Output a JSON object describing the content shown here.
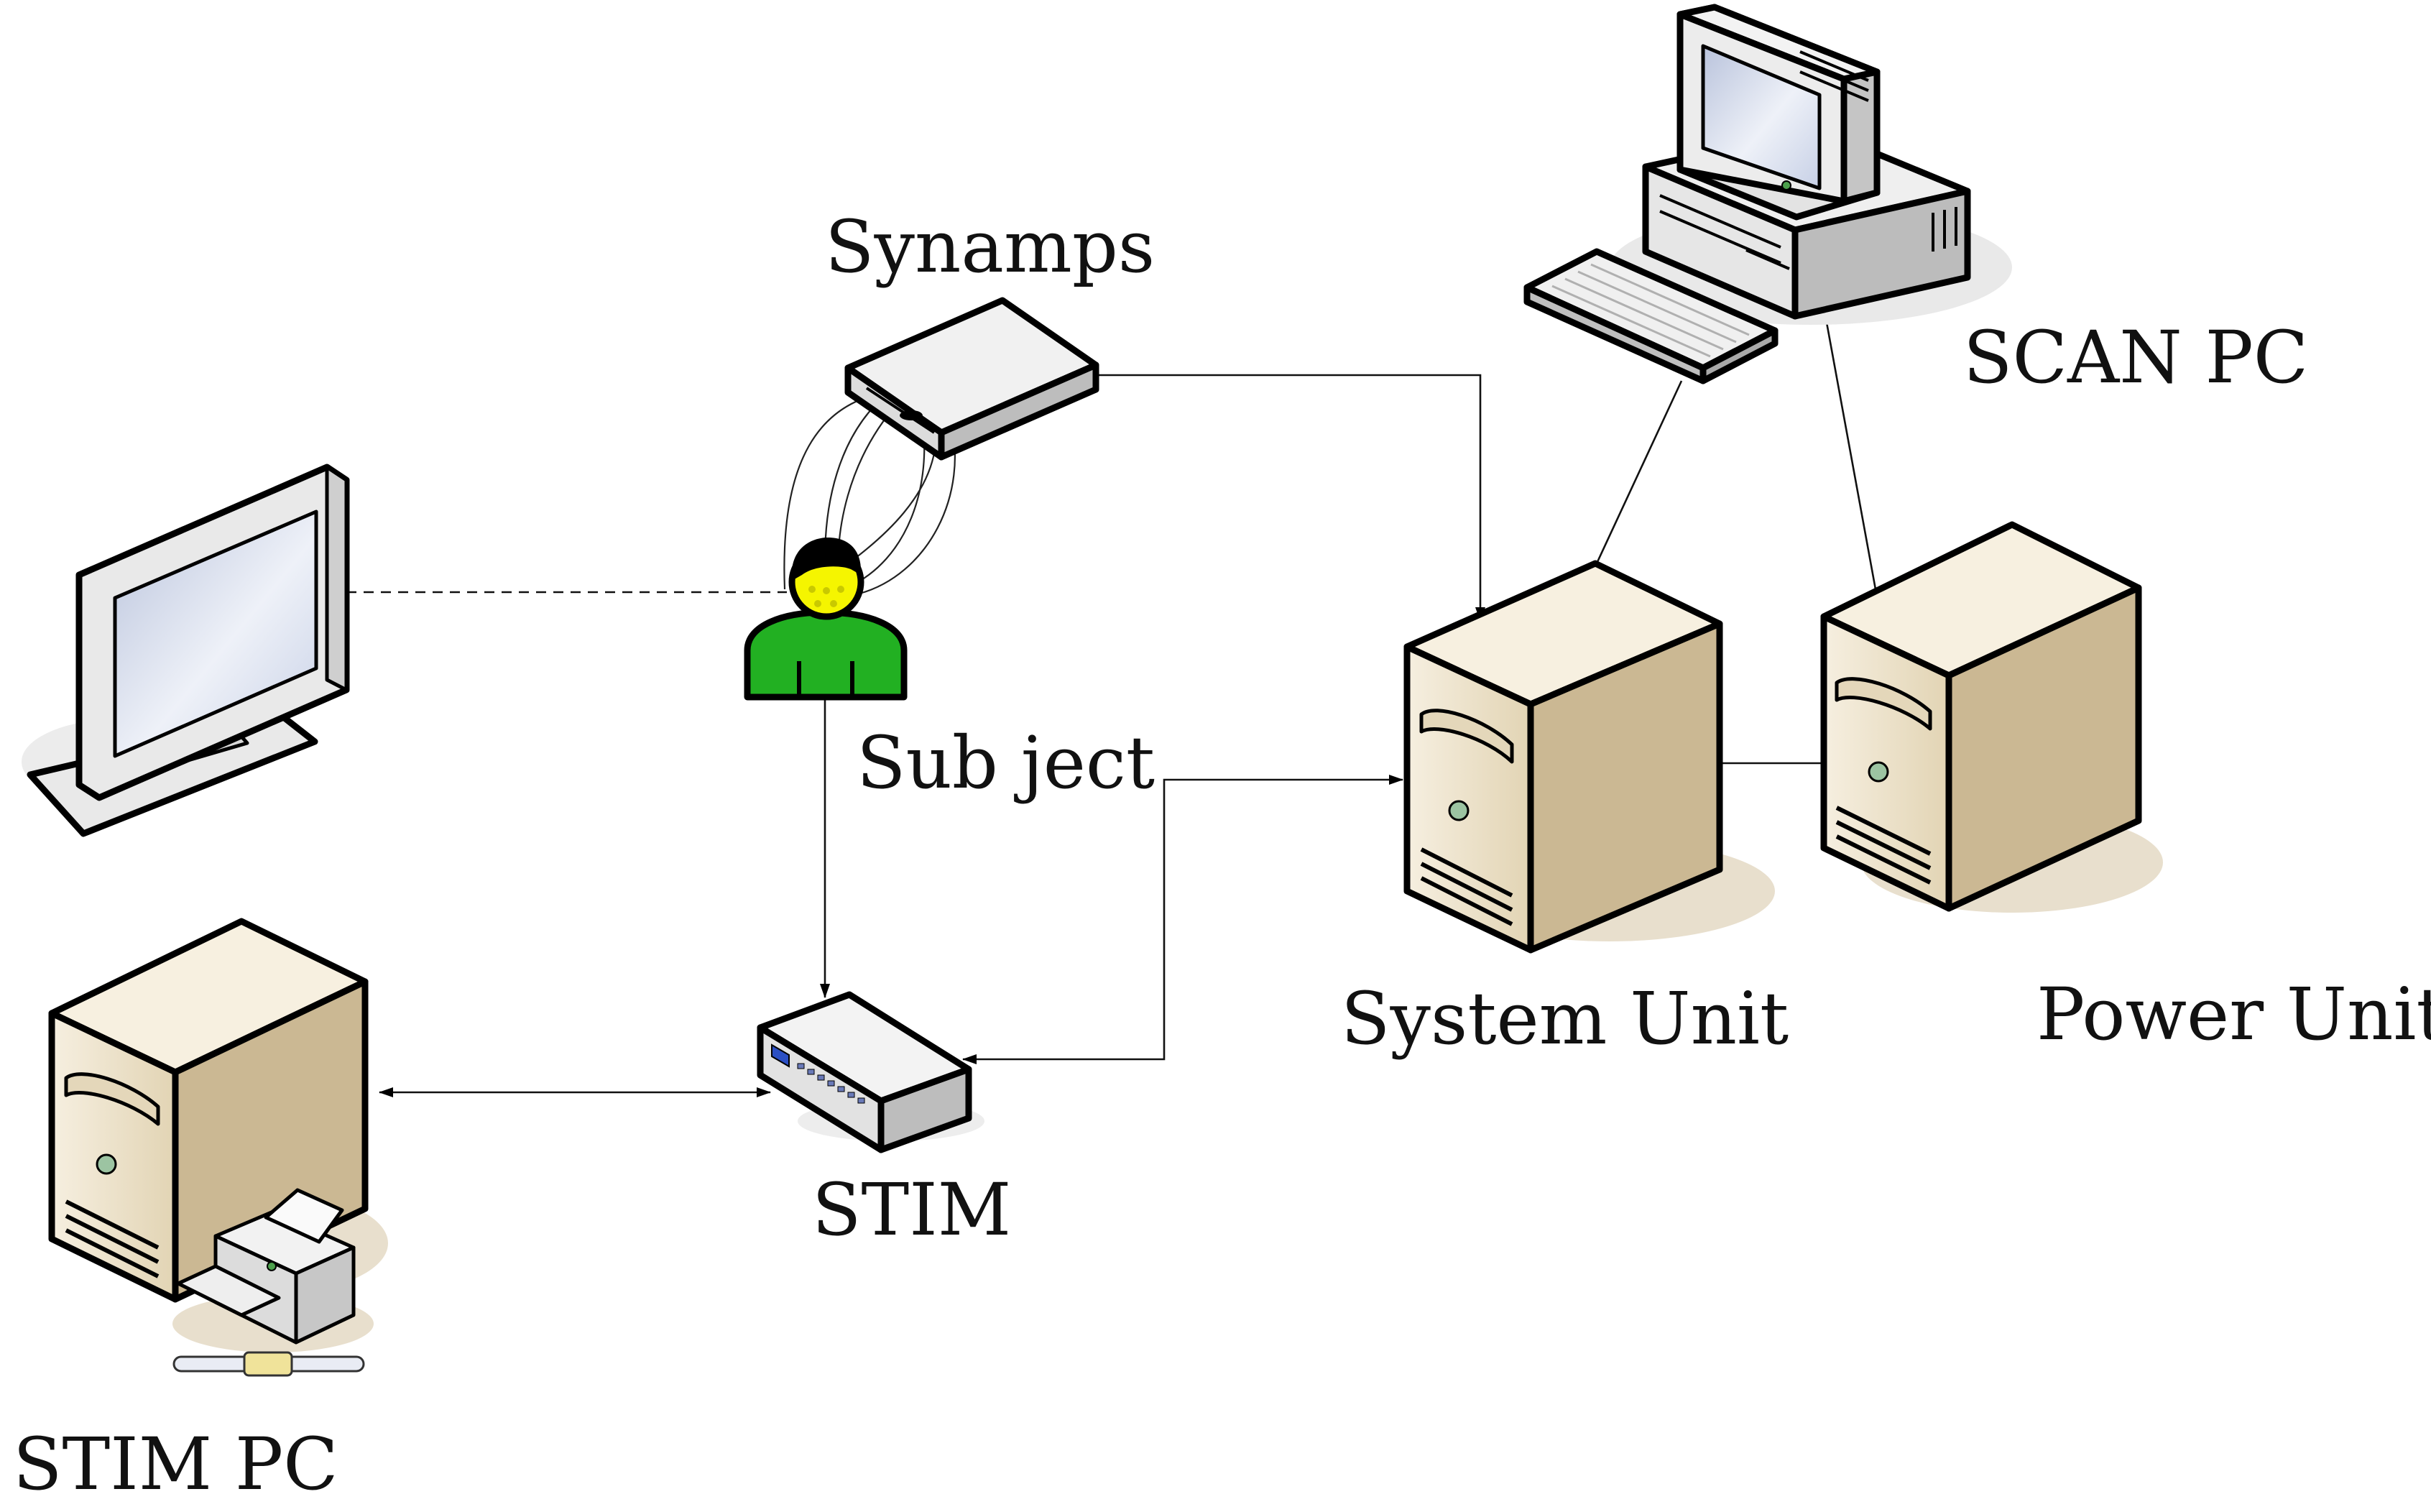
{
  "labels": {
    "synamps": "Synamps",
    "scan_pc": "SCAN PC",
    "subject": "Sub ject",
    "system_unit": "System Unit",
    "power_unit": "Power Unit",
    "stim": "STIM",
    "stim_pc": "STIM PC"
  },
  "colors": {
    "tower_body": "#efe5cf",
    "tower_side": "#cbb893",
    "tower_shadow": "#e6dccb",
    "screen": "#dfe5f2",
    "monitor_frame": "#e9e9e9",
    "subject_shirt": "#22b022",
    "subject_face": "#f5f500",
    "stim_panel": "#2b4fc4"
  },
  "icons": {
    "display_monitor": "lcd-monitor-icon",
    "synamps": "amplifier-box-icon",
    "subject": "person-icon",
    "scan_pc": "desktop-computer-icon",
    "system_unit": "server-tower-icon",
    "power_unit": "server-tower-icon",
    "stim": "network-switch-icon",
    "stim_pc": "tower-with-printer-icon"
  }
}
